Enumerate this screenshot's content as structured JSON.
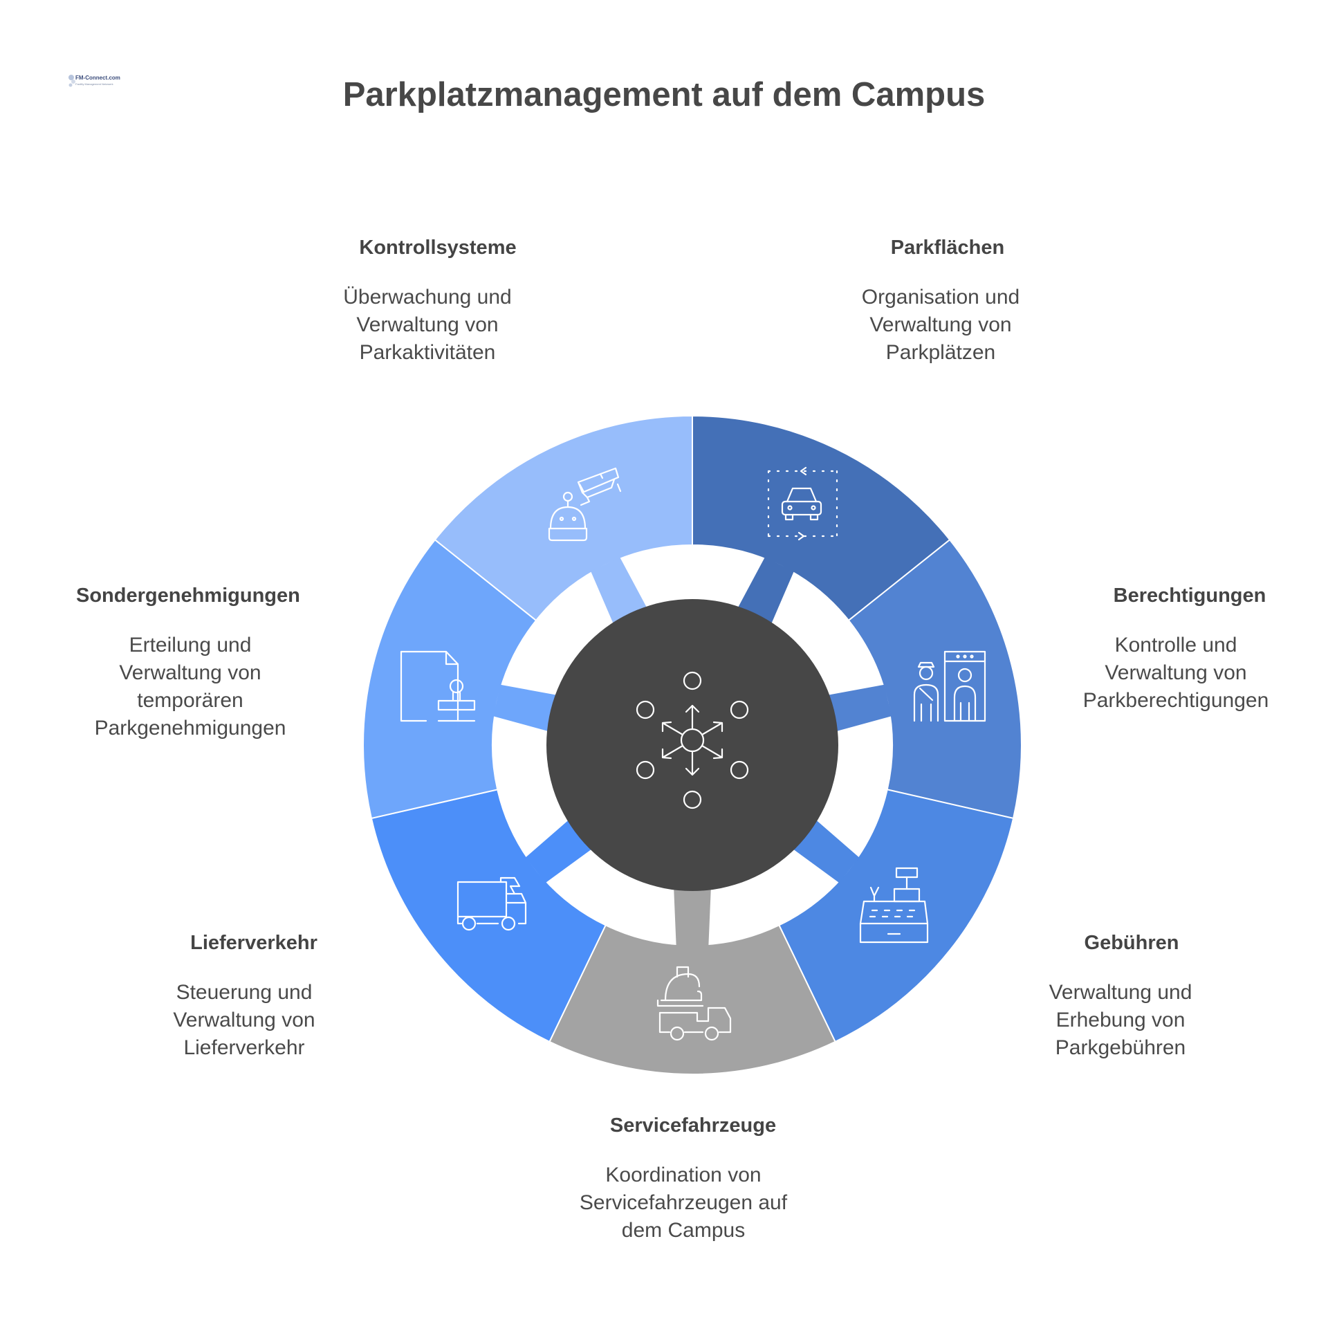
{
  "logo": {
    "text": "FM-Connect.com",
    "tagline": "Facility Management Netzwerk",
    "icon": "fm-connect-logo"
  },
  "title": "Parkplatzmanagement auf dem Campus",
  "center": {
    "icon": "network-hub-icon",
    "color": "#474747"
  },
  "segments": [
    {
      "id": "parkflaechen",
      "title": "Parkflächen",
      "description": "Organisation und\nVerwaltung von\nParkplätzen",
      "icon": "parking-spot-car-icon",
      "color": "#4470b7"
    },
    {
      "id": "berechtigungen",
      "title": "Berechtigungen",
      "description": "Kontrolle und\nVerwaltung von\nParkberechtigungen",
      "icon": "security-gate-guard-icon",
      "color": "#5283d2"
    },
    {
      "id": "gebuehren",
      "title": "Gebühren",
      "description": "Verwaltung und\nErhebung von\nParkgebühren",
      "icon": "cash-register-icon",
      "color": "#4d88e3"
    },
    {
      "id": "servicefahrzeuge",
      "title": "Servicefahrzeuge",
      "description": "Koordination von\nServicefahrzeugen auf\ndem Campus",
      "icon": "service-truck-hardhat-icon",
      "color": "#a3a3a3"
    },
    {
      "id": "lieferverkehr",
      "title": "Lieferverkehr",
      "description": "Steuerung und\nVerwaltung von\nLieferverkehr",
      "icon": "delivery-truck-icon",
      "color": "#4c8ff9"
    },
    {
      "id": "sondergenehmigungen",
      "title": "Sondergenehmigungen",
      "description": "Erteilung und\nVerwaltung von\ntemporären\nParkgenehmigungen",
      "icon": "document-stamp-icon",
      "color": "#6ea6fb"
    },
    {
      "id": "kontrollsysteme",
      "title": "Kontrollsysteme",
      "description": "Überwachung und\nVerwaltung von\nParkaktivitäten",
      "icon": "camera-robot-icon",
      "color": "#97bdfb"
    }
  ]
}
